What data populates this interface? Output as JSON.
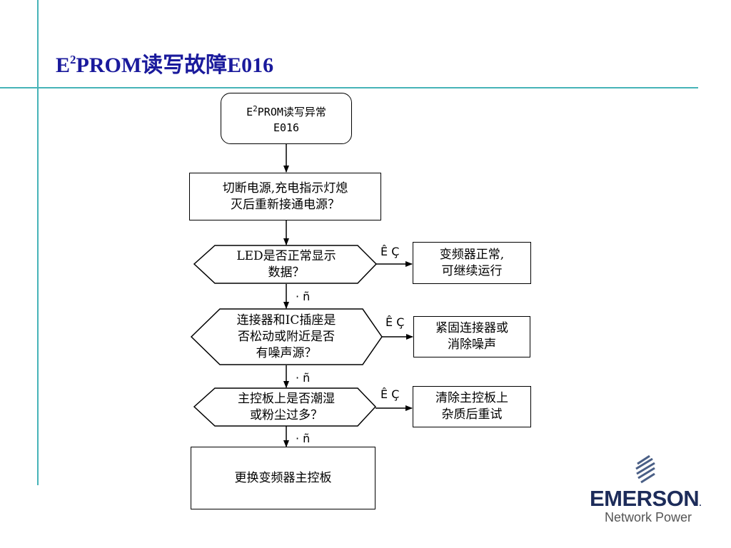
{
  "title": {
    "prefix": "E",
    "sup": "2",
    "rest": "PROM读写故障E016"
  },
  "start": {
    "prefix": "E",
    "sup": "2",
    "rest": "PROM读写异常",
    "line2": "E016"
  },
  "step1": "切断电源,充电指示灯熄\n灭后重新接通电源？",
  "decisions": [
    {
      "text": "LED是否正常显示\n数据？",
      "yes_result": "变频器正常,\n可继续运行"
    },
    {
      "text": "连接器和IC插座是\n否松动或附近是否\n有噪声源？",
      "yes_result": "紧固连接器或\n消除噪声"
    },
    {
      "text": "主控板上是否潮湿\n或粉尘过多？",
      "yes_result": "清除主控板上\n杂质后重试"
    }
  ],
  "yes_label": "Ê Ç",
  "no_label": "· ñ",
  "final": "更换变频器主控板",
  "logo": {
    "word": "EMERSON",
    "tm": ".",
    "sub": "Network Power",
    "icon": "emerson-diamond-icon"
  },
  "colors": {
    "accent_line": "#46b3b8",
    "title": "#1a1a9c",
    "logo_navy": "#1d2c5a",
    "logo_grey": "#555555"
  }
}
